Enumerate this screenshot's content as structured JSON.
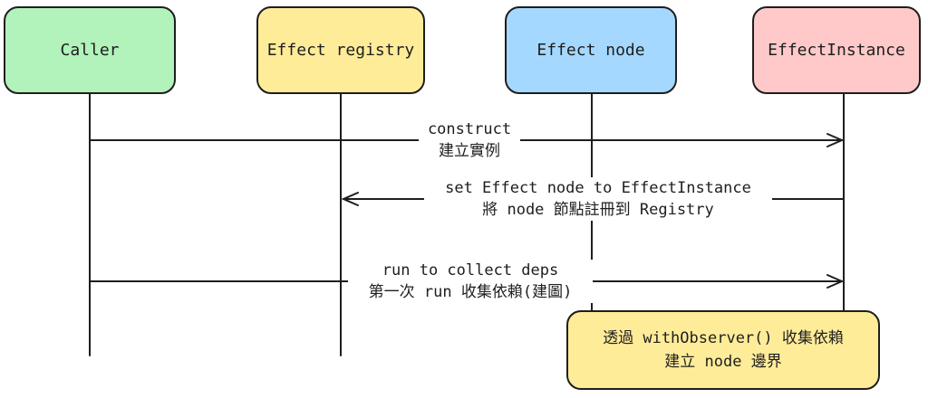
{
  "actors": {
    "caller": "Caller",
    "registry": "Effect registry",
    "node": "Effect node",
    "instance": "EffectInstance"
  },
  "messages": [
    {
      "line1": "construct",
      "line2": "建立實例"
    },
    {
      "line1": "set Effect node to EffectInstance",
      "line2": "將 node 節點註冊到 Registry"
    },
    {
      "line1": "run to collect deps",
      "line2": "第一次 run 收集依賴(建圖)"
    }
  ],
  "note": {
    "line1": "透過 withObserver() 收集依賴",
    "line2": "建立 node 邊界"
  },
  "colors": {
    "caller": "#b2f2bb",
    "registry": "#ffec99",
    "node": "#a5d8ff",
    "instance": "#ffc9c9",
    "note": "#ffec99",
    "stroke": "#1e1e1e"
  }
}
